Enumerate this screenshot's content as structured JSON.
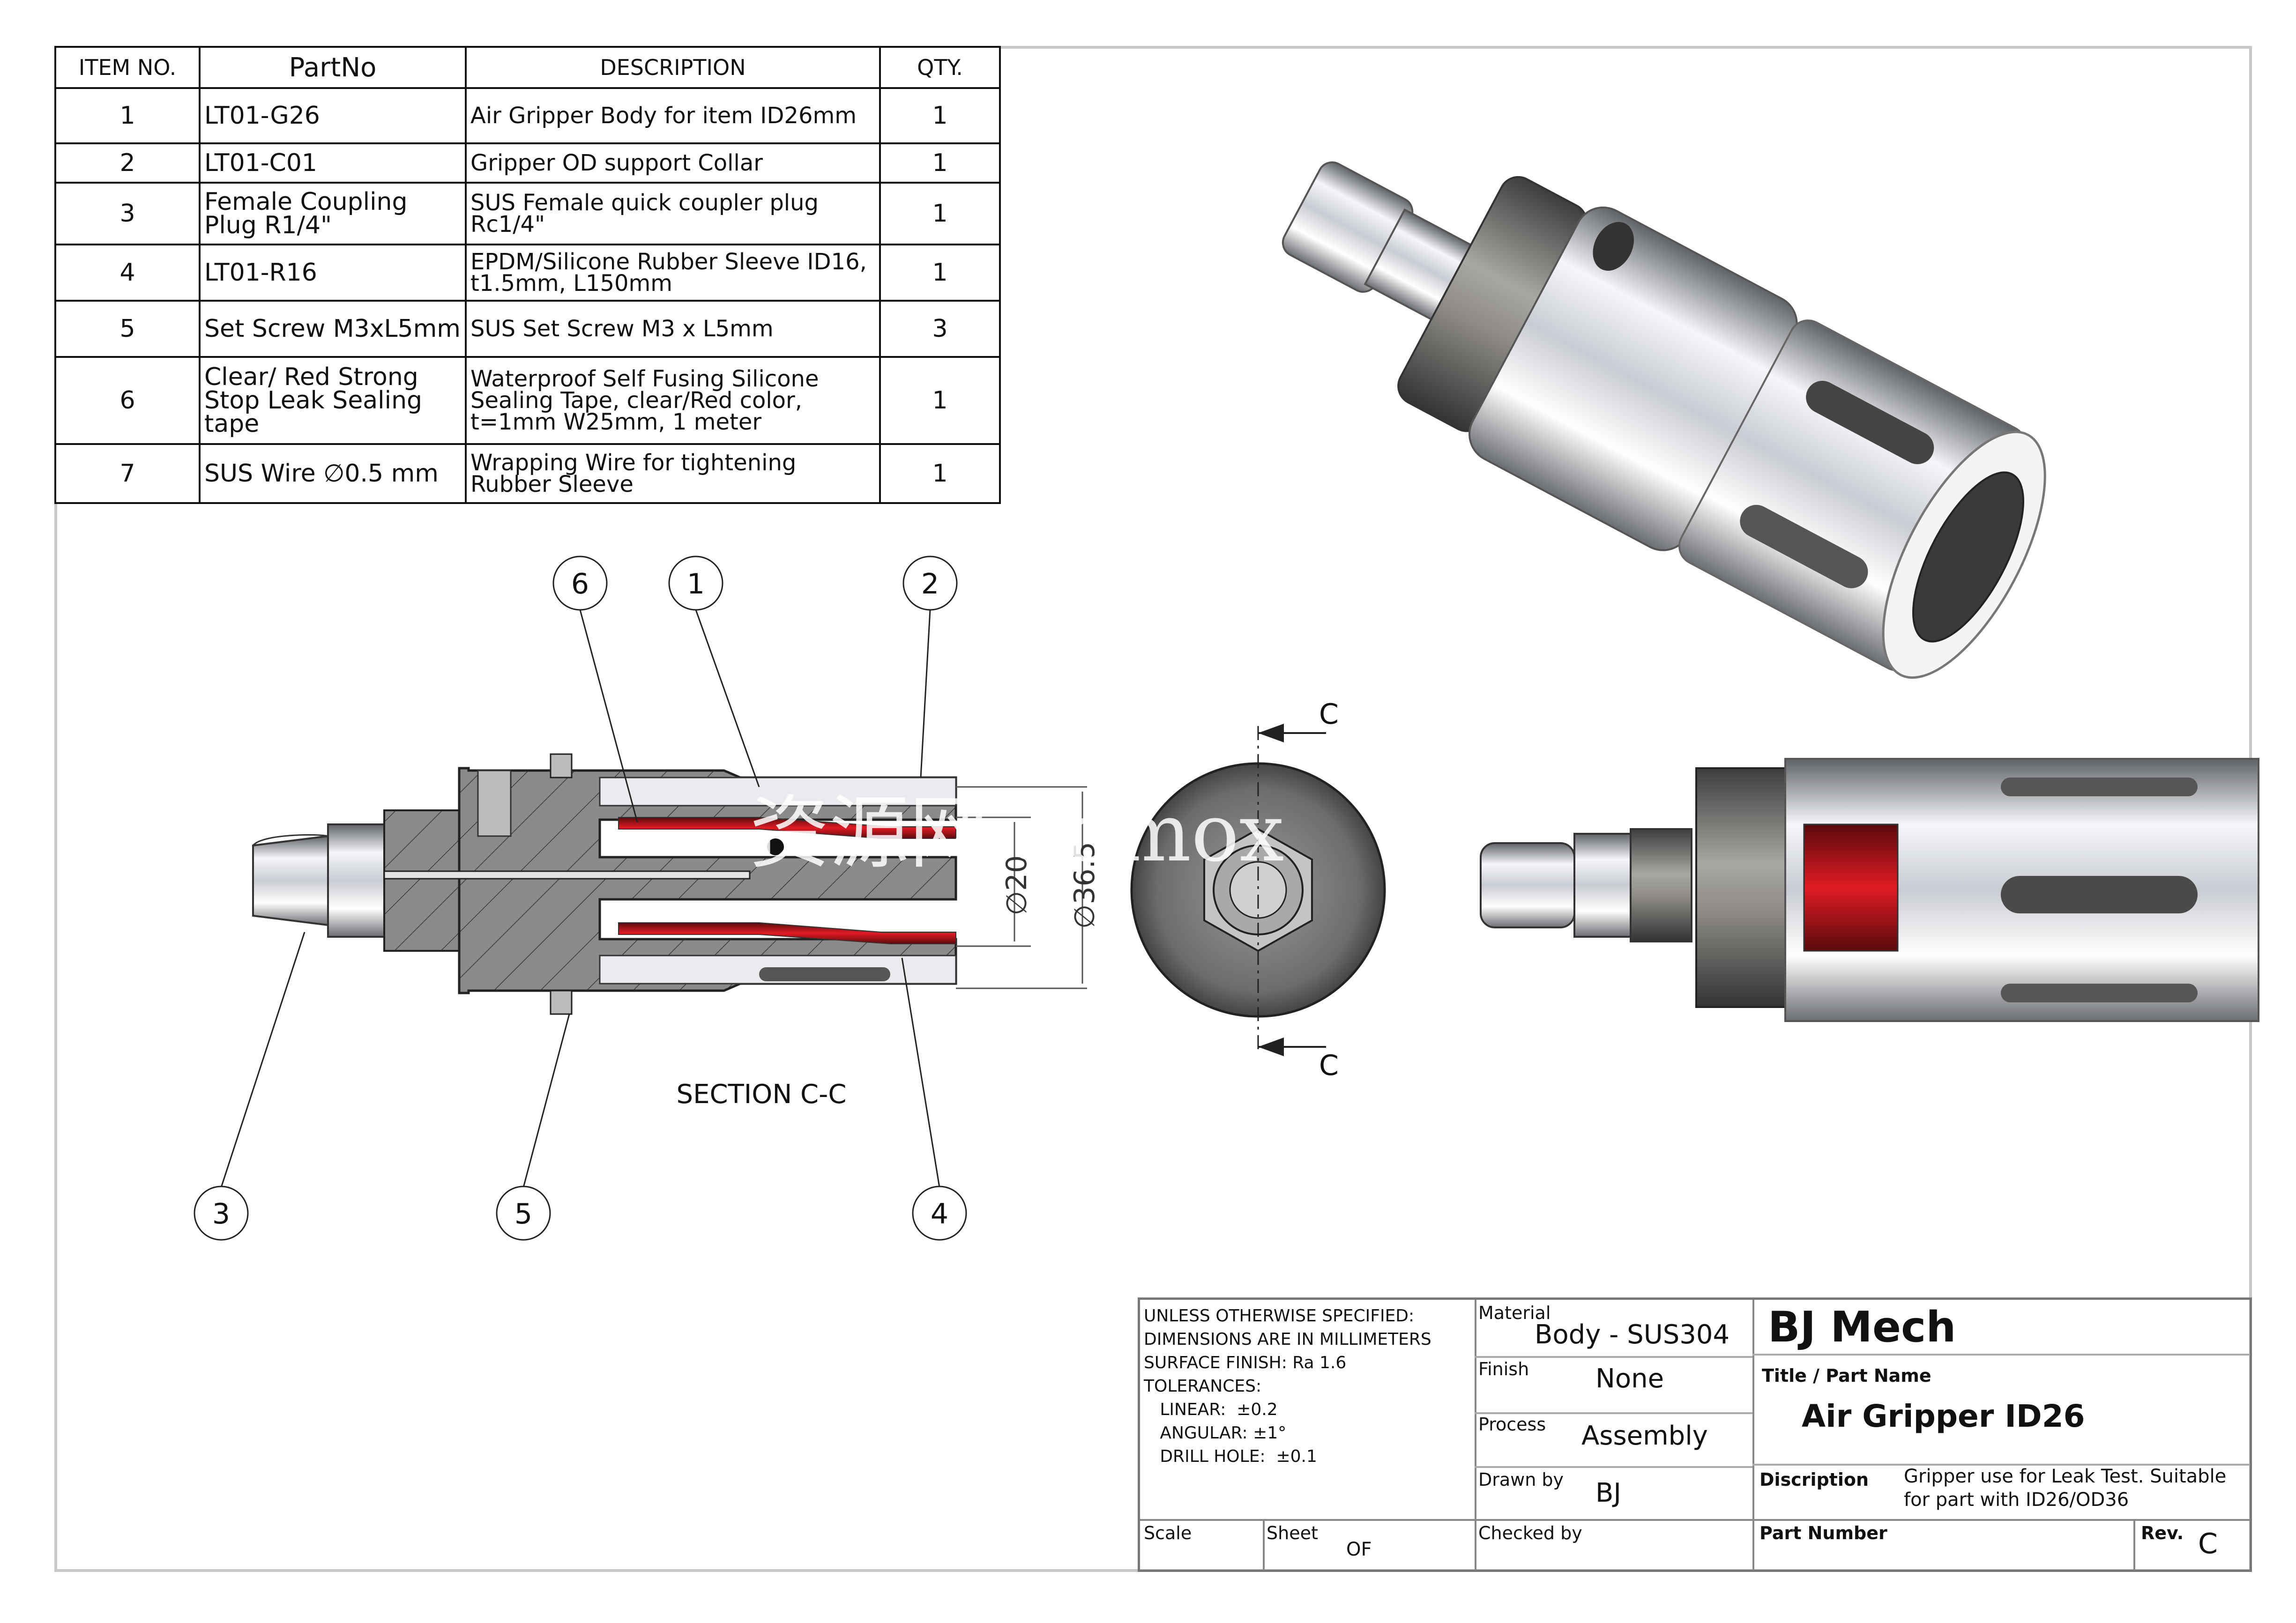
{
  "bom": {
    "headers": [
      "ITEM NO.",
      "PartNo",
      "DESCRIPTION",
      "QTY."
    ],
    "rows": [
      {
        "item": "1",
        "part": [
          "LT01-G26"
        ],
        "desc": [
          "Air Gripper Body for item ID26mm"
        ],
        "qty": "1"
      },
      {
        "item": "2",
        "part": [
          "LT01-C01"
        ],
        "desc": [
          "Gripper OD support Collar"
        ],
        "qty": "1"
      },
      {
        "item": "3",
        "part": [
          "Female Coupling",
          "Plug R1/4\""
        ],
        "desc": [
          "SUS Female quick coupler plug",
          "Rc1/4\""
        ],
        "qty": "1"
      },
      {
        "item": "4",
        "part": [
          "LT01-R16"
        ],
        "desc": [
          "EPDM/Silicone Rubber Sleeve ID16,",
          "t1.5mm, L150mm"
        ],
        "qty": "1"
      },
      {
        "item": "5",
        "part": [
          "Set Screw M3xL5mm"
        ],
        "desc": [
          "SUS Set Screw M3 x L5mm"
        ],
        "qty": "3"
      },
      {
        "item": "6",
        "part": [
          "Clear/ Red Strong",
          "Stop Leak Sealing",
          "tape"
        ],
        "desc": [
          "Waterproof Self Fusing Silicone",
          "Sealing Tape, clear/Red color,",
          "t=1mm W25mm, 1 meter"
        ],
        "qty": "1"
      },
      {
        "item": "7",
        "part": [
          "SUS Wire  ∅0.5 mm"
        ],
        "desc": [
          "Wrapping Wire for tightening",
          "Rubber Sleeve"
        ],
        "qty": "1"
      }
    ]
  },
  "balloons": {
    "b1": "1",
    "b2": "2",
    "b3": "3",
    "b4": "4",
    "b5": "5",
    "b6": "6"
  },
  "section": {
    "label": "SECTION C-C",
    "dim_inner": "∅20",
    "dim_outer": "∅36.5",
    "cut_top": "C",
    "cut_bottom": "C"
  },
  "watermark": "资源网  3dmox",
  "title_block": {
    "spec_lines": [
      "UNLESS OTHERWISE SPECIFIED:",
      "DIMENSIONS ARE IN MILLIMETERS",
      "SURFACE FINISH: Ra 1.6",
      "TOLERANCES:",
      "   LINEAR:  ±0.2",
      "   ANGULAR: ±1°",
      "   DRILL HOLE:  ±0.1"
    ],
    "material_label": "Material",
    "material": "Body - SUS304",
    "finish_label": "Finish",
    "finish": "None",
    "process_label": "Process",
    "process": "Assembly",
    "drawn_label": "Drawn by",
    "drawn": "BJ",
    "checked_label": "Checked by",
    "scale_label": "Scale",
    "sheet_label": "Sheet",
    "sheet_of": "OF",
    "company": "BJ Mech",
    "title_label": "Title / Part Name",
    "title": "Air Gripper ID26",
    "desc_label": "Discription",
    "desc_lines": [
      "Gripper use for Leak Test. Suitable",
      "for part with ID26/OD36"
    ],
    "part_number_label": "Part Number",
    "rev_label": "Rev.",
    "rev": "C"
  },
  "colors": {
    "metal_dark": "#6e6e6e",
    "metal_light": "#e6e9ee",
    "rubber_red": "#c0141c",
    "section_fill": "#8c8c8c"
  }
}
